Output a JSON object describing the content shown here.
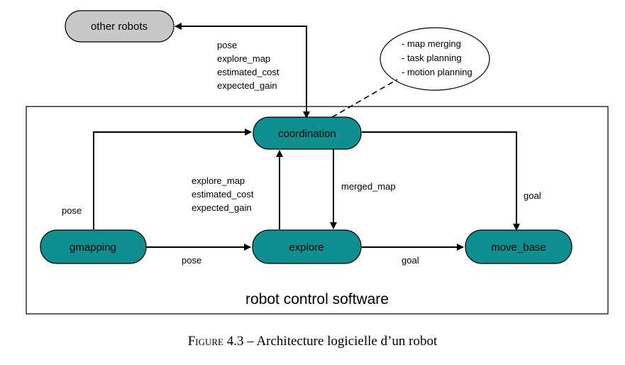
{
  "nodes": {
    "other_robots": "other robots",
    "coordination": "coordination",
    "gmapping": "gmapping",
    "explore": "explore",
    "move_base": "move_base"
  },
  "note": {
    "lines": [
      "- map merging",
      "- task planning",
      "- motion planning"
    ]
  },
  "edges": {
    "to_other_robots": [
      "pose",
      "explore_map",
      "estimated_cost",
      "expected_gain"
    ],
    "gmapping_to_coordination": "pose",
    "explore_to_coordination": [
      "explore_map",
      "estimated_cost",
      "expected_gain"
    ],
    "coordination_to_explore": "merged_map",
    "coordination_to_move_base": "goal",
    "gmapping_to_explore": "pose",
    "explore_to_move_base": "goal"
  },
  "container": {
    "title": "robot control software"
  },
  "caption": {
    "figure_label": "Figure 4.3",
    "text": " – Architecture logicielle d’un robot"
  },
  "colors": {
    "node_fill": "#0f8f8f",
    "other_robots_fill": "#c8c8c8",
    "stroke": "#000000"
  }
}
